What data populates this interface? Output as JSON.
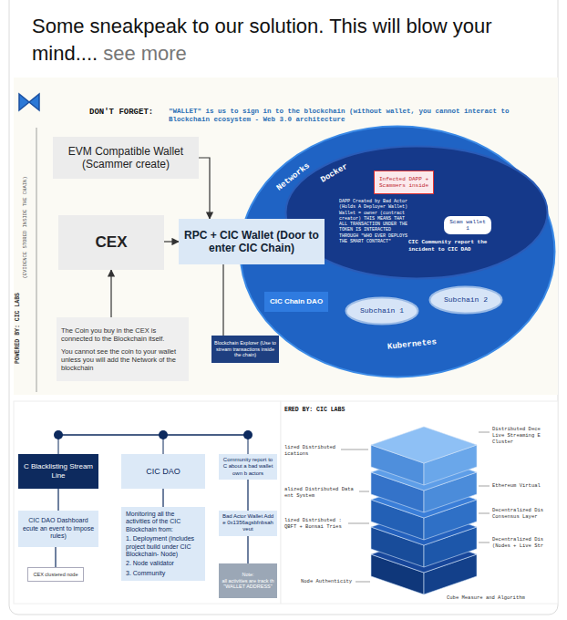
{
  "diagram": {
    "title": "Some sneakpeak to our solution. This will blow your mind....",
    "nodes": [
      {
        "text": [
          "EVM Compatible Wallet (Scammer create)"
        ]
      },
      {
        "text": [
          "CEX"
        ]
      },
      {
        "text": [
          "RPC + CIC Wallet (Door to enter CIC Chain)"
        ]
      },
      {
        "text": [
          "Networks",
          "Kubernetes"
        ]
      },
      {
        "text": [
          "Docker"
        ],
        "in": 3
      },
      {
        "text": [
          "Infected DAPP + Scammers inside"
        ],
        "in": 4
      },
      {
        "text": [
          "Scam wallet 1"
        ],
        "in": 4
      },
      {
        "text": [
          "CIC Chain DAO"
        ],
        "in": 3
      },
      {
        "text": [
          "Subchain 1"
        ],
        "in": 3
      },
      {
        "text": [
          "Subchain 2"
        ],
        "in": 3
      },
      {
        "text": [
          "The Coin you buy in the CEX is connected to the Blockchain itself.",
          "You cannot see the coin to your wallet unless you will add the Network of the blockchain"
        ]
      },
      {
        "text": [
          "Blockchain Explorer (Use to stream transactions inside the chain)"
        ]
      },
      {
        "text": [
          "C Blacklisting Stream Line"
        ]
      },
      {
        "text": [
          "CIC DAO"
        ]
      },
      {
        "text": [
          "Community report to C about a bad wallet own b actors"
        ]
      },
      {
        "text": [
          "CIC DAO Dashboard ecute an event to impose rules)"
        ]
      },
      {
        "text": [
          "Monitoring all the activities of the CIC Blockchain from:",
          "1. Deployment (includes project build under CIC Blockchain- Node)",
          "2. Node validator",
          "3. Community"
        ]
      },
      {
        "text": [
          "Bad Actor Wallet Adde 0x1356agsbfnbsahveut"
        ]
      },
      {
        "text": [
          "CEX clustered node"
        ]
      },
      {
        "text": [
          "Note:",
          "all activities are track th \"WALLET ADDRESS\""
        ]
      }
    ],
    "edges": [
      {
        "from": 0,
        "to": 2,
        "arrow": "to"
      },
      {
        "from": 1,
        "to": 2,
        "arrow": "to"
      },
      {
        "from": 10,
        "to": 1,
        "arrow": "to"
      },
      {
        "from": 11,
        "to": 2,
        "arrow": "none"
      },
      {
        "from": 12,
        "to": 15,
        "arrow": "none"
      },
      {
        "from": 13,
        "to": 16,
        "arrow": "none"
      },
      {
        "from": 14,
        "to": 17,
        "arrow": "none"
      },
      {
        "from": 17,
        "to": 19,
        "arrow": "none"
      },
      {
        "from": 15,
        "to": 18,
        "arrow": "none"
      }
    ],
    "labels": [
      "see more",
      "DON'T FORGET:",
      "\"WALLET\" is us to sign in to the blockchain (without wallet, you cannot interact to Blockchain ecosystem - Web 3.0 architecture",
      "(EVIDENCE STORED INSIDE THE CHAIN)",
      "POWERED BY: CIC LABS",
      "DAPP Created by Bad Actor (Holds A Deployer Wallet) Wallet = owner (contract creator) THIS MEANS THAT ALL TRANSACTION UNDER THE TOKEN IS INTERACTED THROUGH \"WHO EVER DEPLOYS THE SMART CONTRACT\"",
      "CIC Community report the incident to CIC DAO",
      "ERED BY: CIC LABS",
      "lized Distributed ications",
      "alized Distributed Data ent System",
      "lized Distributed : QBFT + Bonsai Tries",
      "Node Authenticity",
      "Distributed Dece Live Streaming E Cluster",
      "Ethereum Virtual",
      "Decentralized Dis Consensus Layer",
      "Decentralized Dis (Nodes + Live Str",
      "Cube Measure and Algorithm"
    ]
  }
}
